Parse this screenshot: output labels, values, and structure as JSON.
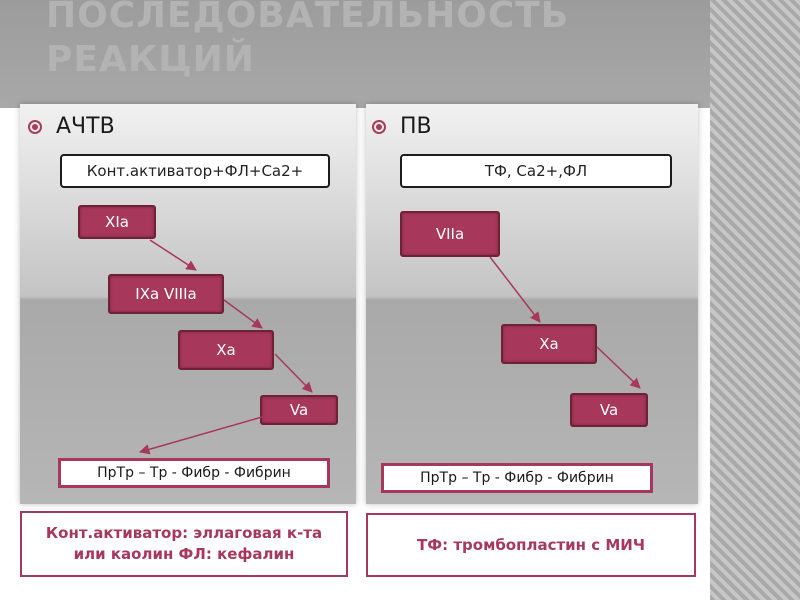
{
  "slide": {
    "title_line1": "Последовательность",
    "title_line2": "реакций"
  },
  "left": {
    "heading": "АЧТВ",
    "activator": "Конт.активатор+ФЛ+Ca2+",
    "factors": [
      "XIa",
      "IXa VIIIa",
      "Xa",
      "Va"
    ],
    "chain": "ПрТр – Тр  - Фибр - Фибрин",
    "note_line1": "Конт.активатор: эллаговая к-та",
    "note_line2": "или каолин ФЛ: кефалин"
  },
  "right": {
    "heading": "ПВ",
    "activator": "ТФ, Ca2+,ФЛ",
    "factors": [
      "VIIa",
      "Xa",
      "Va"
    ],
    "chain": "ПрТр – Тр  - Фибр - Фибрин",
    "note": "ТФ: тромбопластин с МИЧ"
  },
  "colors": {
    "accent": "#a8385b",
    "title_gray": "#b3b3b3"
  }
}
